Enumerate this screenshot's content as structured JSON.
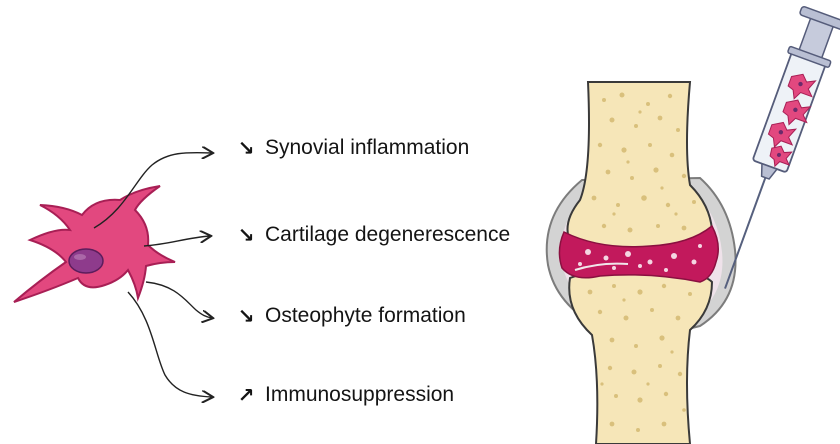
{
  "effects": [
    {
      "label": "Synovial inflammation",
      "direction": "decrease",
      "glyph": "↘"
    },
    {
      "label": "Cartilage degenerescence",
      "direction": "decrease",
      "glyph": "↘"
    },
    {
      "label": "Osteophyte formation",
      "direction": "decrease",
      "glyph": "↘"
    },
    {
      "label": "Immunosuppression",
      "direction": "increase",
      "glyph": "↗"
    }
  ],
  "icons": {
    "cell": "mesenchymal-stem-cell-icon",
    "joint": "knee-joint-icon",
    "syringe": "syringe-icon"
  },
  "colors": {
    "cell_body": "#e2487f",
    "cell_outline": "#a81f55",
    "nucleus": "#8e3b8c",
    "bone": "#f6e6b8",
    "bone_pores": "#d9c07c",
    "cartilage_red": "#c2195c",
    "capsule": "#d8d8d8",
    "syringe_barrel": "#eef2f7",
    "syringe_plunger": "#b9bfd3",
    "text": "#141414"
  }
}
